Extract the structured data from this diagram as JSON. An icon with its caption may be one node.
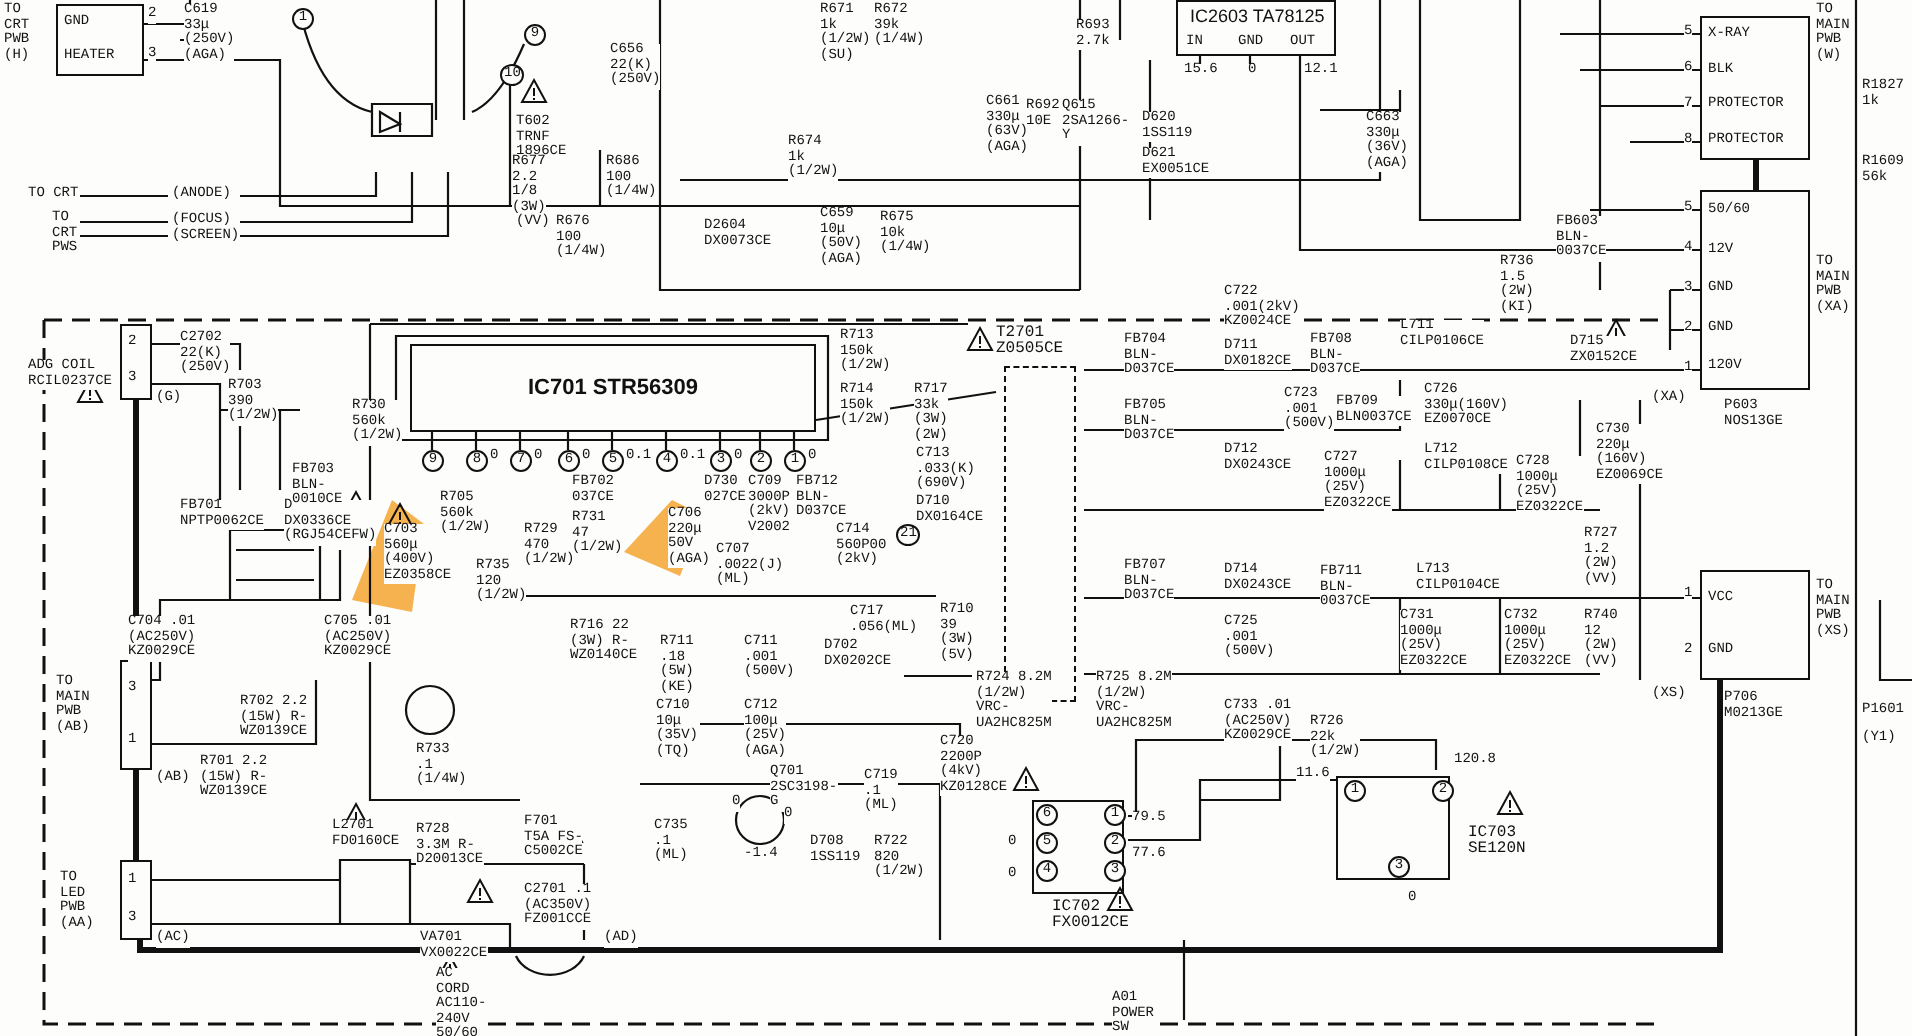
{
  "diagram": {
    "nodes": [
      {
        "text": [
          "GND",
          "HEATER"
        ],
        "beside": [
          "TO CRT PWB (H)"
        ]
      },
      {
        "text": [
          "IC2603 TA78125",
          "IN",
          "GND",
          "OUT"
        ]
      },
      {
        "text": [
          "X-RAY",
          "BLK",
          "PROTECTOR",
          "PROTECTOR"
        ],
        "beside": [
          "TO MAIN PWB (W)"
        ]
      },
      {
        "text": [
          "50/60",
          "12V",
          "GND",
          "GND",
          "120V"
        ],
        "beside": [
          "TO MAIN PWB (XA)",
          "(XA)",
          "P603 NOS13GE"
        ]
      },
      {
        "text": [
          "2",
          "3"
        ],
        "beside": [
          "(G)"
        ]
      },
      {
        "text": [
          "IC701 STR56309"
        ]
      },
      {
        "text": [
          "T2701 Z0505CE"
        ]
      },
      {
        "text": [
          "VCC",
          "GND"
        ],
        "beside": [
          "TO MAIN PWB (XS)",
          "(XS)",
          "P706 M0213GE"
        ]
      },
      {
        "text": [
          "3",
          "1"
        ],
        "beside": [
          "TO MAIN PWB (AB)",
          "(AB)"
        ]
      },
      {
        "text": [
          "1",
          "3"
        ],
        "beside": [
          "TO LED PWB (AA)",
          "(AC)"
        ]
      },
      {
        "text": [
          "IC702 FX0012CE"
        ]
      },
      {
        "text": [
          "IC703 SE120N"
        ]
      }
    ],
    "edges": [
      {
        "from": 1,
        "to": 3,
        "arrow": "none"
      },
      {
        "from": 6,
        "to": 3,
        "arrow": "none"
      },
      {
        "from": 6,
        "to": 7,
        "arrow": "none"
      },
      {
        "from": 4,
        "to": 8,
        "arrow": "none",
        "style": "thick"
      },
      {
        "from": 8,
        "to": 9,
        "arrow": "none",
        "style": "thick"
      },
      {
        "from": 10,
        "to": 11,
        "arrow": "none"
      },
      {
        "from": 5,
        "to": 6,
        "arrow": "none"
      },
      {
        "from": 2,
        "to": 3,
        "arrow": "none",
        "style": "thick"
      },
      {
        "from": 9,
        "to": 7,
        "arrow": "none",
        "style": "thick"
      },
      {
        "from": 10,
        "to": 11,
        "arrow": "none"
      }
    ],
    "labels": [
      "2",
      "3",
      "C619 33μ (250V) (AGA)",
      "1",
      "9",
      "10",
      "C656 22(K) (250V)",
      "T602 TRNF 1896CE",
      "R677 2.2 1/8 (3W)",
      "(VV)",
      "R686 100 (1/4W)",
      "R676 100 (1/4W)",
      "R674 1k (1/2W)",
      "TO CRT",
      "(ANODE)",
      "TO CRT PWS",
      "(FOCUS)",
      "(SCREEN)",
      "D2604 DX0073CE",
      "C659 10μ (50V) (AGA)",
      "R675 10k (1/4W)",
      "R671 1k (1/2W) (SU)",
      "R672 39k (1/4W)",
      "C661 330μ (63V) (AGA)",
      "R692 10E",
      "R693 2.7k",
      "Q615 2SA1266-Y",
      "D620 1SS119",
      "D621 EX0051CE",
      "15.6",
      "0",
      "12.1",
      "C663 330μ (36V) (AGA)",
      "FB603 BLN-0037CE",
      "5",
      "6",
      "7",
      "8",
      "R1827 1k",
      "R1609 56k",
      "5",
      "4",
      "3",
      "2",
      "1",
      "C722 .001(2kV) KZ0024CE",
      "FB704 BLN-D037CE",
      "D711 DX0182CE",
      "FB708 BLN-D037CE",
      "L711 CILP0106CE",
      "R736 1.5 (2W) (KI)",
      "D715 ZX0152CE",
      "FB705 BLN-D037CE",
      "C723 .001 (500V)",
      "FB709 BLN0037CE",
      "C726 330μ(160V) EZ0070CE",
      "D712 DX0243CE",
      "C727 1000μ (25V) EZ0322CE",
      "L712 CILP0108CE",
      "C728 1000μ (25V) EZ0322CE",
      "C730 220μ (160V) EZ0069CE",
      "R727 1.2 (2W) (VV)",
      "FB707 BLN-D037CE",
      "D714 DX0243CE",
      "FB711 BLN-0037CE",
      "L713 CILP0104CE",
      "C725 .001 (500V)",
      "C731 1000μ (25V) EZ0322CE",
      "C732 1000μ (25V) EZ0322CE",
      "R740 12 (2W) (VV)",
      "1",
      "2",
      "ADG COIL RCIL0237CE",
      "C2702 22(K)(250V)",
      "R703 390 (1/2W)",
      "FB701 NPTP0062CE",
      "D701 DX0336CE (RGJ54CEFW)",
      "FB703 BLN-0010CE",
      "C703 560μ (400V) EZ0358CE",
      "C704 .01 (AC250V) KZ0029CE",
      "C705 .01 (AC250V) KZ0029CE",
      "R730 560k (1/2W)",
      "R705 560k (1/2W)",
      "R735 120 (1/2W)",
      "R729 470 (1/2W)",
      "R731 47 (1/2W)",
      "FB702 037CE",
      "C706 220μ 50V (AGA)",
      "D730 027CE",
      "C709 3000P (2kV) V2002",
      "C707 .0022(J) (ML)",
      "FB712 BLN-D037CE",
      "R713 150k (1/2W)",
      "R714 150k (1/2W)",
      "R717 33k (3W) (2W)",
      "C713 .033(K) (690V)",
      "D710 DX0164CE",
      "C714 560P00 (2kV)",
      "21",
      "C717 .056(ML)",
      "R710 39 (3W) (5V)",
      "R716 22 (3W) R-WZ0140CE",
      "R711 .18 (5W)(KE)",
      "C711 .001 (500V)",
      "D702 DX0202CE",
      "C710 10μ (35V) (TQ)",
      "C712 100μ (25V) (AGA)",
      "9",
      "8",
      "0",
      "7",
      "0",
      "6",
      "0",
      "5",
      "0.1",
      "4",
      "0.1",
      "3",
      "0",
      "2",
      "1",
      "0",
      "R702 2.2 (15W) R-WZ0139CE",
      "R701 2.2 (15W) R-WZ0139CE",
      "R733 .1 (1/4W)",
      "Q701 2SC3198-G",
      "C719 .1 (ML)",
      "C735 .1 (ML)",
      "D708 1SS119",
      "R722 820 (1/2W)",
      "0",
      "0",
      "-1.4",
      "L2701 FD0160CE",
      "R728 3.3M R-D20013CE",
      "F701 T5A FS-C5002CE",
      "C2701 .1 (AC350V) FZ001CCE",
      "VA701 VX0022CE",
      "(AD)",
      "AC CORD AC110-240V 50/60",
      "R724 8.2M (1/2W) VRC-UA2HC825M",
      "R725 8.2M (1/2W) VRC-UA2HC825M",
      "C720 2200P (4kV) KZ0128CE",
      "C733 .01 (AC250V) KZ0029CE",
      "R726 22k (1/2W)",
      "11.6",
      "120.8",
      "79.5",
      "77.6",
      "0",
      "0",
      "0",
      "6",
      "5",
      "4",
      "1",
      "2",
      "3",
      "1",
      "2",
      "3",
      "P1601",
      "(Y1)",
      "A01 POWER SW"
    ]
  }
}
